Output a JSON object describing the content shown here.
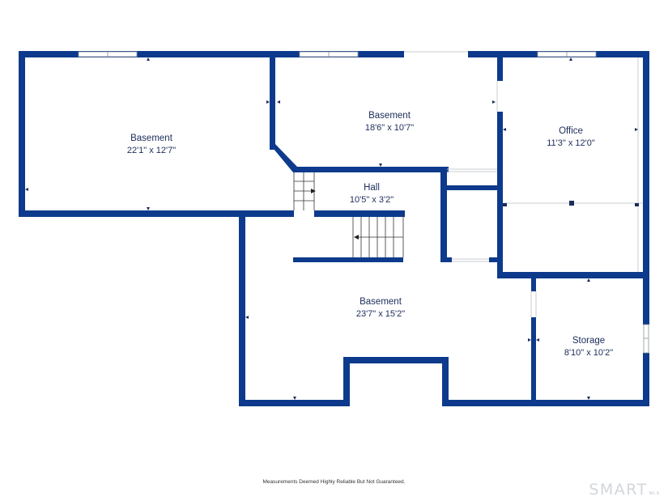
{
  "rooms": [
    {
      "name": "Basement",
      "dims": "22'1\" x 12'7\""
    },
    {
      "name": "Basement",
      "dims": "18'6\" x 10'7\""
    },
    {
      "name": "Office",
      "dims": "11'3\" x 12'0\""
    },
    {
      "name": "Hall",
      "dims": "10'5\" x 3'2\""
    },
    {
      "name": "Basement",
      "dims": "23'7\" x 15'2\""
    },
    {
      "name": "Storage",
      "dims": "8'10\" x 10'2\""
    }
  ],
  "footer": {
    "disclaimer": "Measurements Deemed Highly Reliable But Not Guaranteed.",
    "logo_main": "SMART",
    "logo_sub": "MLS"
  },
  "colors": {
    "wall": "#0d3a8c",
    "text": "#1b2c5a"
  }
}
